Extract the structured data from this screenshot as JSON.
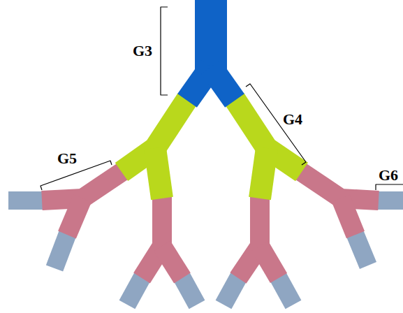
{
  "diagram": {
    "labels": [
      "G3",
      "G4",
      "G5",
      "G6"
    ]
  }
}
